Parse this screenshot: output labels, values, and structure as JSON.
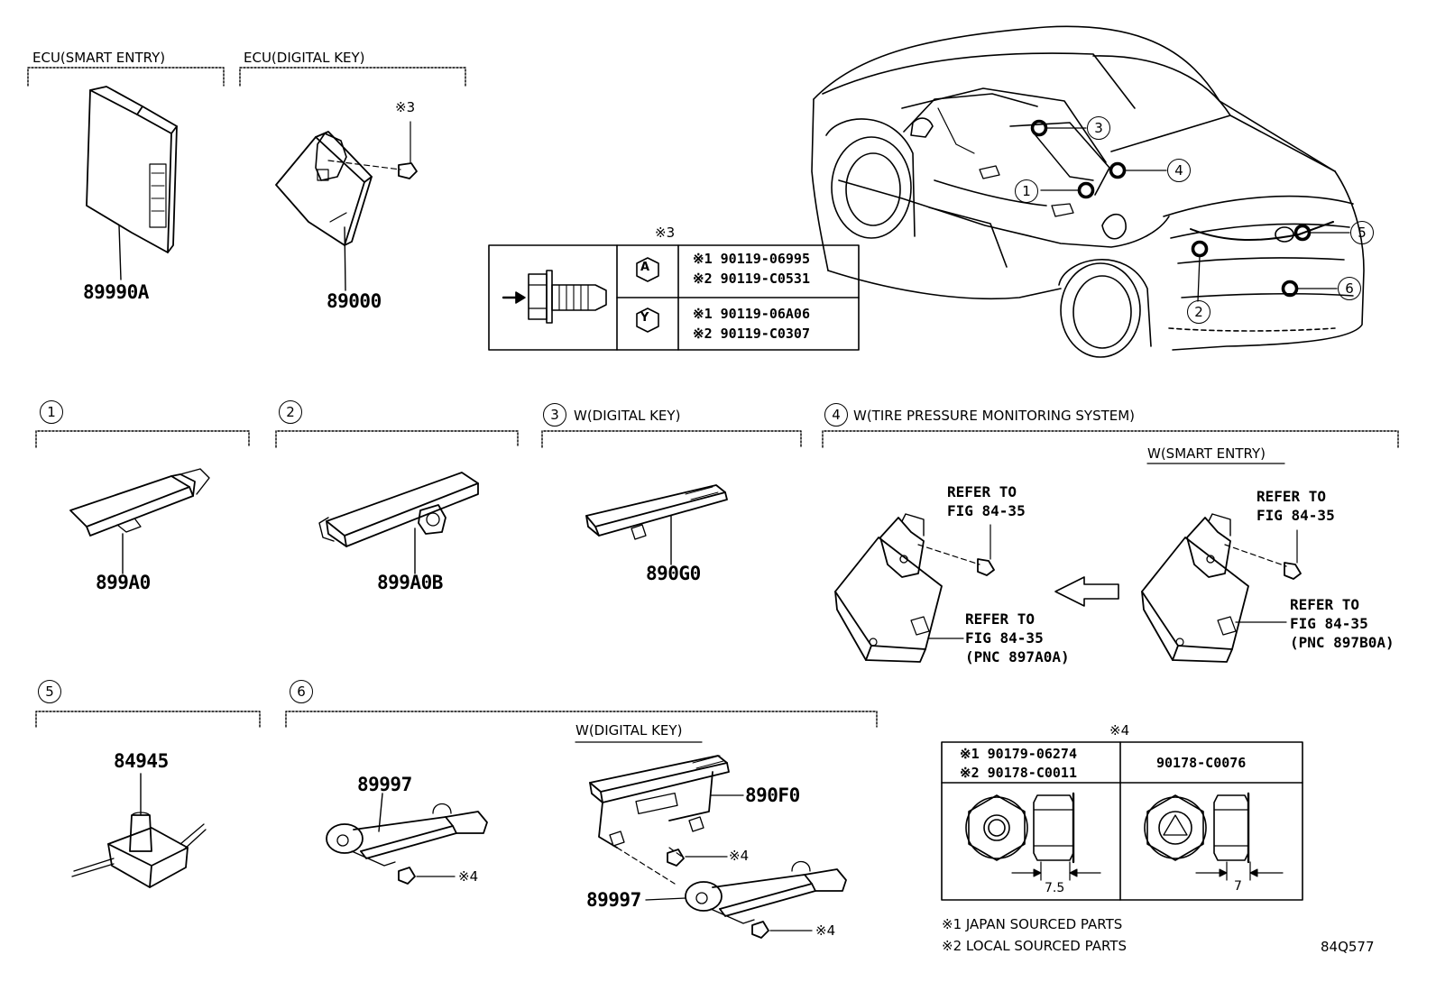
{
  "sections": {
    "ecu_smart_entry": "ECU(SMART ENTRY)",
    "ecu_digital_key": "ECU(DIGITAL KEY)",
    "sec3": "W(DIGITAL KEY)",
    "sec4": "W(TIRE PRESSURE MONITORING SYSTEM)",
    "smart_entry": "W(SMART ENTRY)",
    "digital_key_6": "W(DIGITAL KEY)"
  },
  "callouts": {
    "c1": "1",
    "c2": "2",
    "c3": "3",
    "c4": "4",
    "c5": "5",
    "c6": "6"
  },
  "parts": {
    "p89990A": "89990A",
    "p89000": "89000",
    "p899A0": "899A0",
    "p899A0B": "899A0B",
    "p890G0": "890G0",
    "p84945": "84945",
    "p89997a": "89997",
    "p89997b": "89997",
    "p890F0": "890F0"
  },
  "marks": {
    "m3_ecu": "※3",
    "m3_table": "※3",
    "m4_a": "※4",
    "m4_b": "※4",
    "m4_c": "※4",
    "m4_table": "※4"
  },
  "refs": {
    "r1": "REFER TO\nFIG 84-35",
    "r2": "REFER TO\nFIG 84-35\n(PNC 897A0A)",
    "r3": "REFER TO\nFIG 84-35",
    "r4": "REFER TO\nFIG 84-35\n(PNC 897B0A)"
  },
  "bolt_table": {
    "row_a": {
      "letter": "A",
      "line1": "※1 90119-06995",
      "line2": "※2 90119-C0531"
    },
    "row_y": {
      "letter": "Y",
      "line1": "※1 90119-06A06",
      "line2": "※2 90119-C0307"
    }
  },
  "nut_table": {
    "left_line1": "※1 90179-06274",
    "left_line2": "※2 90178-C0011",
    "right_header": "90178-C0076",
    "dim_left": "7.5",
    "dim_right": "7"
  },
  "footnotes": {
    "n1": "※1 JAPAN SOURCED PARTS",
    "n2": "※2 LOCAL SOURCED PARTS",
    "code": "84Q577"
  }
}
